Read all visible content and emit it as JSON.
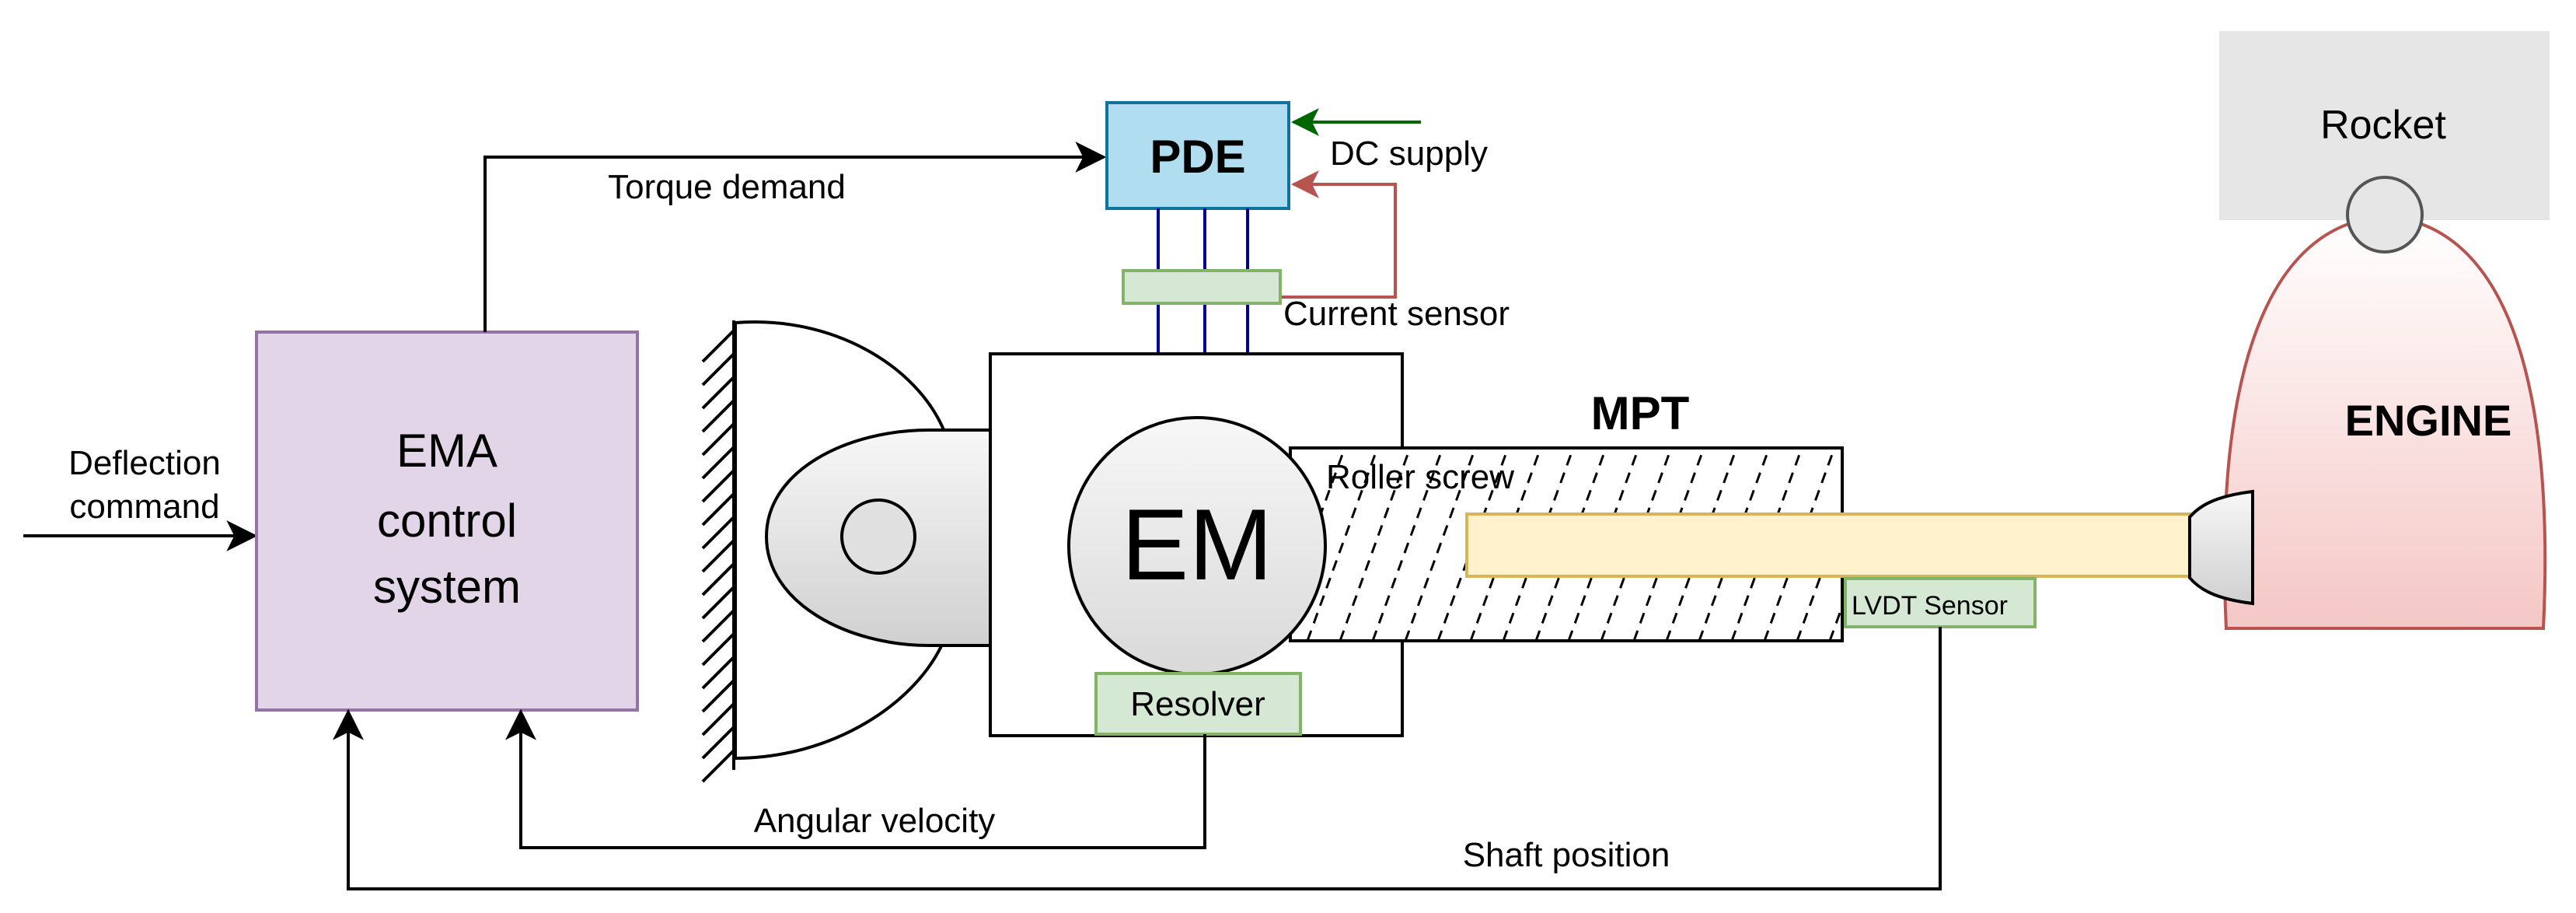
{
  "diagram": {
    "labels": {
      "deflection_command_1": "Deflection",
      "deflection_command_2": "command",
      "ema_line1": "EMA",
      "ema_line2": "control",
      "ema_line3": "system",
      "torque_demand": "Torque demand",
      "pde": "PDE",
      "dc_supply": "DC supply",
      "current_sensor": "Current sensor",
      "mpt": "MPT",
      "em": "EM",
      "roller_screw": "Roller screw",
      "lvdt_sensor": "LVDT Sensor",
      "resolver": "Resolver",
      "rocket": "Rocket",
      "engine": "ENGINE",
      "angular_velocity": "Angular velocity",
      "shaft_position": "Shaft position"
    },
    "colors": {
      "ema_fill": "#e1d5e7",
      "ema_stroke": "#9673a6",
      "pde_fill": "#b1ddf0",
      "pde_stroke": "#10739e",
      "sensor_fill": "#d5e8d4",
      "sensor_stroke": "#82b366",
      "shaft_fill": "#fff2cc",
      "shaft_stroke": "#d6b656",
      "rocket_fill": "#e6e6e6",
      "engine_stroke": "#b85450",
      "phase_lines": "#000099",
      "dc_supply_arrow": "#006600",
      "feedback_arrow": "#b85450"
    }
  }
}
